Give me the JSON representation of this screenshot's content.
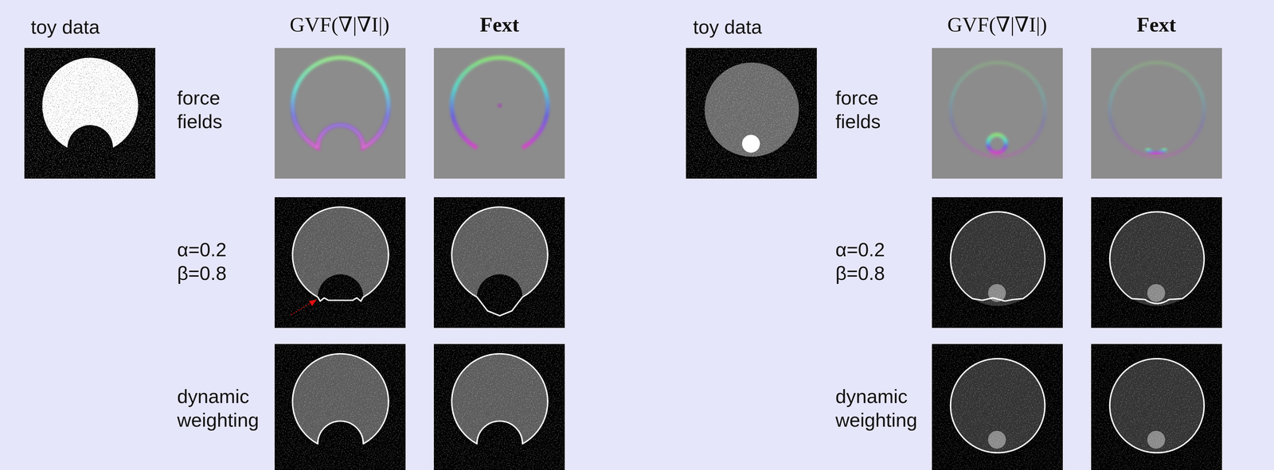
{
  "diagram": {
    "labels": [
      "toy data",
      "GVF(∇|∇I|)",
      "Fext",
      "force fields",
      "α=0.2 β=0.8",
      "dynamic weighting",
      "toy data",
      "GVF(∇|∇I|)",
      "Fext",
      "force fields",
      "α=0.2 β=0.8",
      "dynamic weighting"
    ]
  }
}
